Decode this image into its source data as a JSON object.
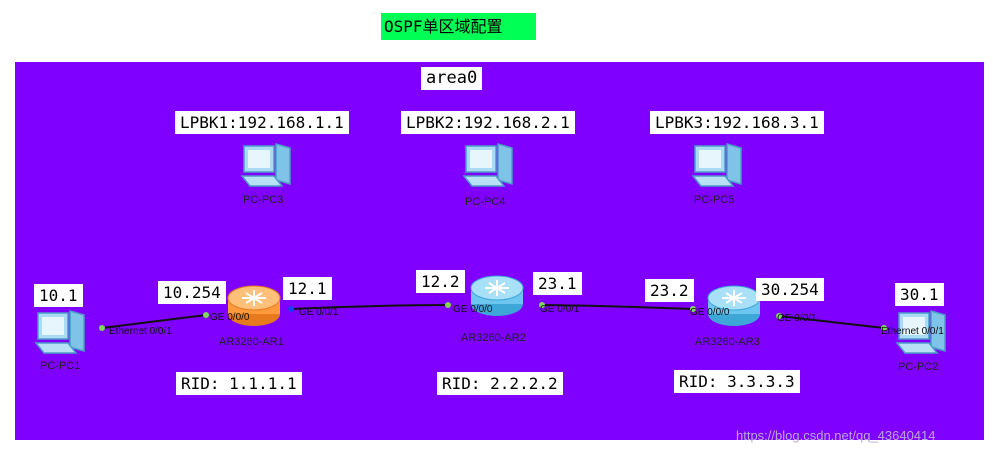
{
  "title": "OSPF单区域配置",
  "area_label": "area0",
  "loopbacks": [
    "LPBK1:192.168.1.1",
    "LPBK2:192.168.2.1",
    "LPBK3:192.168.3.1"
  ],
  "pcs": {
    "pc3": "PC-PC3",
    "pc4": "PC-PC4",
    "pc5": "PC-PC5",
    "pc1": "PC-PC1",
    "pc2": "PC-PC2"
  },
  "routers": {
    "ar1": "AR3260-AR1",
    "ar2": "AR3260-AR2",
    "ar3": "AR3260-AR3"
  },
  "addresses": {
    "pc1": "10.1",
    "ar1_g0": "10.254",
    "ar1_g1": "12.1",
    "ar2_g0": "12.2",
    "ar2_g1": "23.1",
    "ar3_g0": "23.2",
    "ar3_g1": "30.254",
    "pc2": "30.1"
  },
  "ports": {
    "pc1_eth": "Ethernet 0/0/1",
    "ar1_ge0": "GE 0/0/0",
    "ar1_ge1": "GE 0/0/1",
    "ar2_ge0": "GE 0/0/0",
    "ar2_ge1": "GE 0/0/1",
    "ar3_ge0": "GE 0/0/0",
    "ar3_ge1": "GE 0/0/1",
    "pc2_eth": "Ethernet 0/0/1"
  },
  "rids": [
    "RID: 1.1.1.1",
    "RID: 2.2.2.2",
    "RID: 3.3.3.3"
  ],
  "watermark": "https://blog.csdn.net/qq_43640414",
  "colors": {
    "area": "#7f00ff",
    "title_bg": "#00ff55",
    "router_ar1": "#ff9a3c",
    "router_other": "#6cc6f0",
    "port_dot": "#7ed957"
  }
}
